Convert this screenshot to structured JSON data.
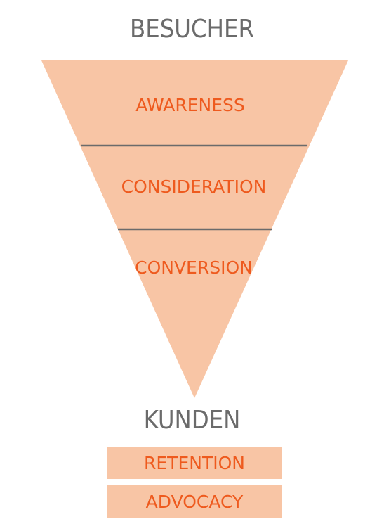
{
  "top_label": "BESUCHER",
  "bottom_label": "KUNDEN",
  "funnel": {
    "fill": "#f8c5a5",
    "divider_color": "#6b6b6b",
    "text_color": "#ee5a1e",
    "stages": [
      {
        "label": "AWARENESS"
      },
      {
        "label": "CONSIDERATION"
      },
      {
        "label": "CONVERSION"
      }
    ]
  },
  "after_stages": [
    {
      "label": "RETENTION"
    },
    {
      "label": "ADVOCACY"
    }
  ]
}
